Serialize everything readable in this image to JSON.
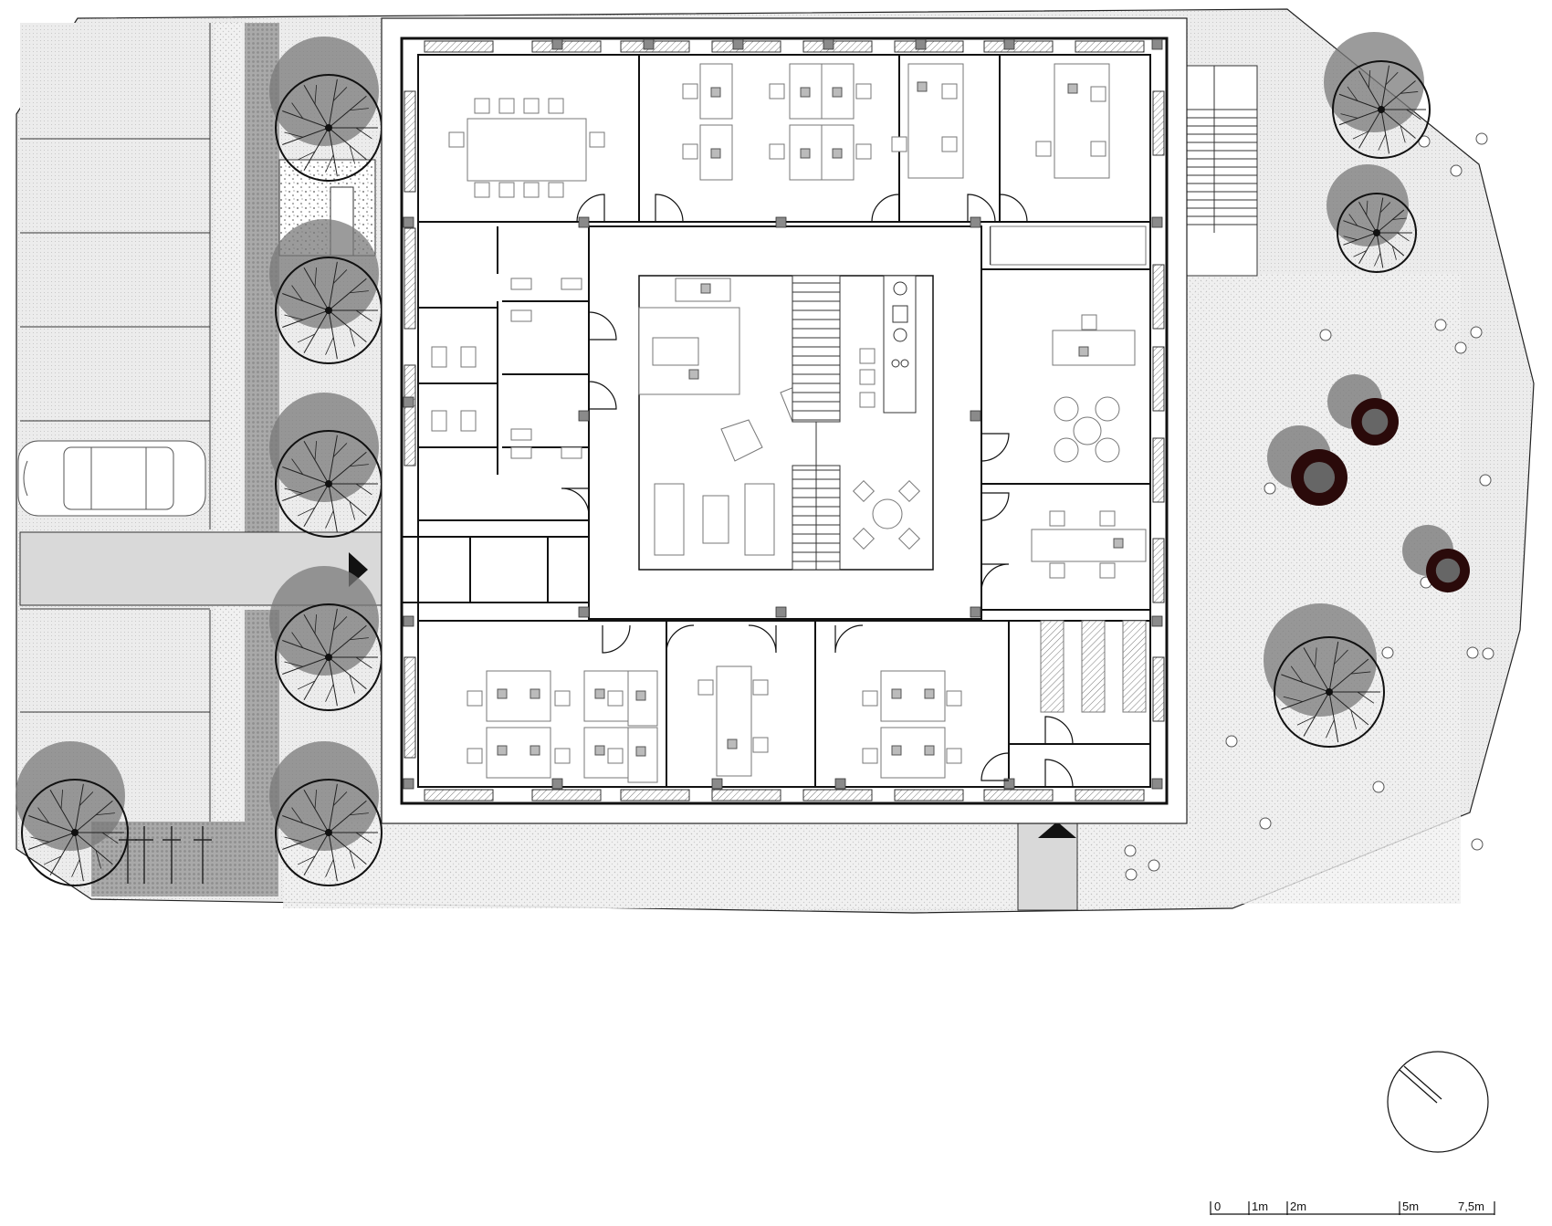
{
  "plan": {
    "scale_bar": {
      "ticks": [
        "0",
        "1m",
        "2m",
        "5m",
        "7,5m"
      ]
    },
    "north_arrow": {
      "icon": "north-arrow-icon"
    },
    "entrances": [
      {
        "icon": "entrance-arrow-right-icon"
      },
      {
        "icon": "entrance-arrow-up-icon"
      }
    ],
    "colors": {
      "line": "#1a1a1a",
      "paving": "#e6e6e6",
      "path": "#d9d9d9",
      "tree_shadow": "#7a7a7a",
      "column_tree_fill": "#2a0a0a"
    }
  }
}
